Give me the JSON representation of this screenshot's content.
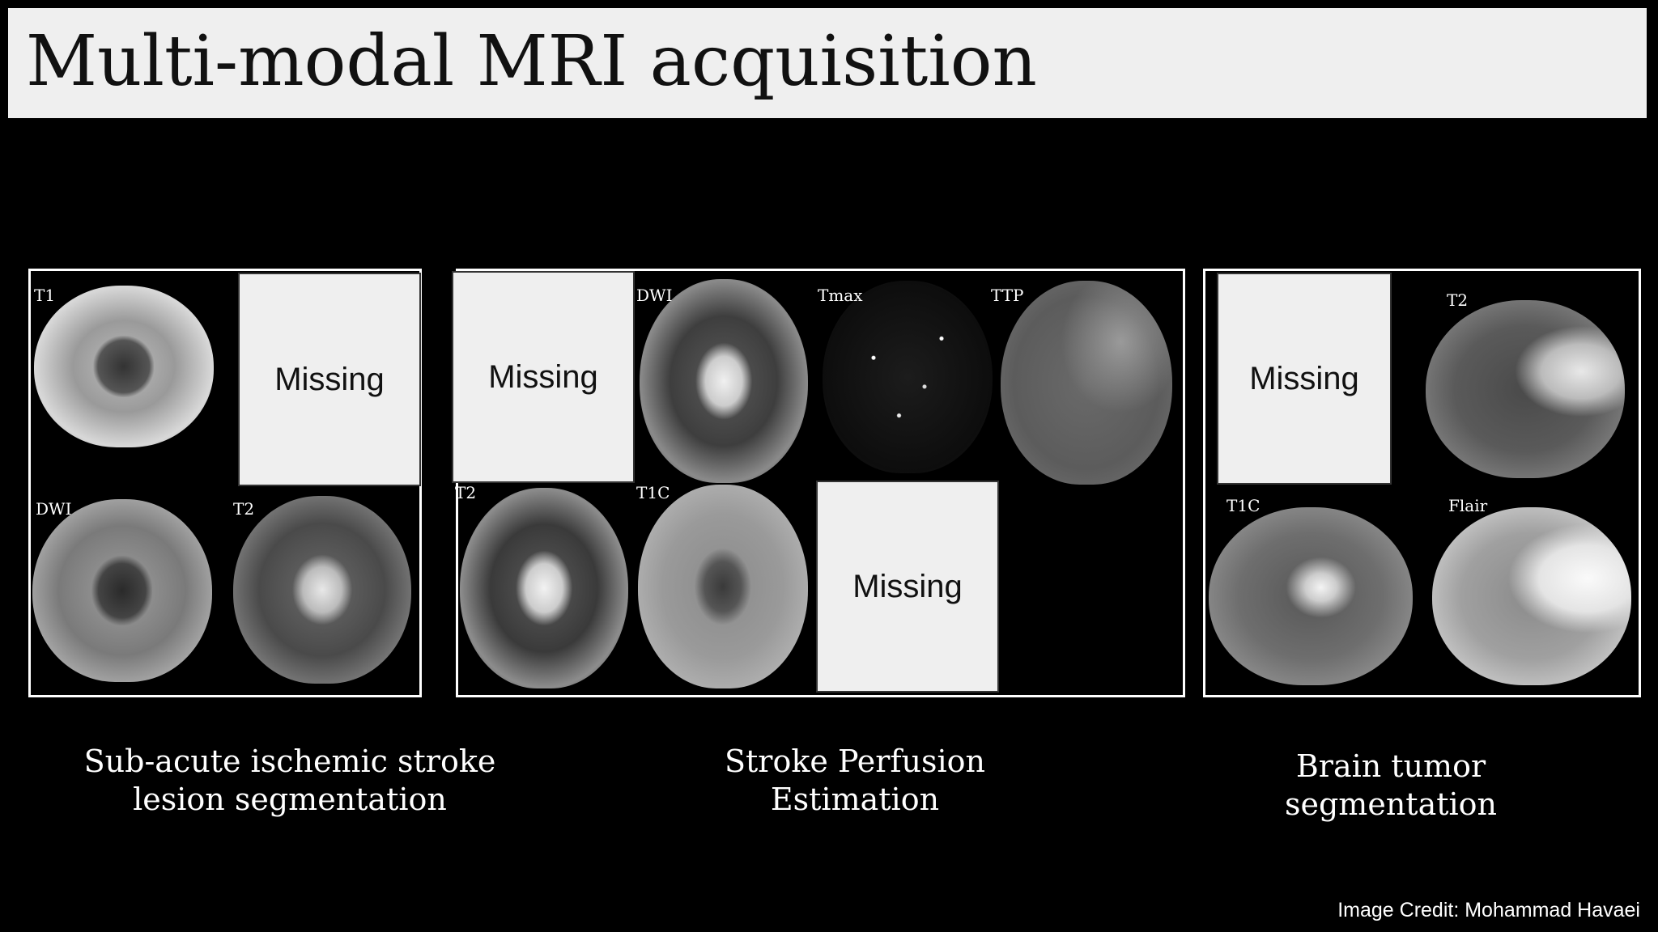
{
  "title": "Multi-modal MRI acquisition",
  "panels": [
    {
      "id": "stroke-lesion",
      "labels": {
        "t1": "T1",
        "dwi": "DWI",
        "t2": "T2"
      },
      "missing": "Missing",
      "caption_line1": "Sub-acute ischemic stroke",
      "caption_line2": "lesion segmentation"
    },
    {
      "id": "perfusion",
      "labels": {
        "dwi": "DWI",
        "tmax": "Tmax",
        "ttp": "TTP",
        "t2": "T2",
        "t1c": "T1C"
      },
      "missing_top": "Missing",
      "missing_bottom": "Missing",
      "caption_line1": "Stroke Perfusion",
      "caption_line2": "Estimation"
    },
    {
      "id": "brain-tumor",
      "labels": {
        "t2": "T2",
        "t1c": "T1C",
        "flair": "Flair"
      },
      "missing": "Missing",
      "caption_line1": "Brain tumor",
      "caption_line2": "segmentation"
    }
  ],
  "credit": "Image Credit: Mohammad Havaei"
}
